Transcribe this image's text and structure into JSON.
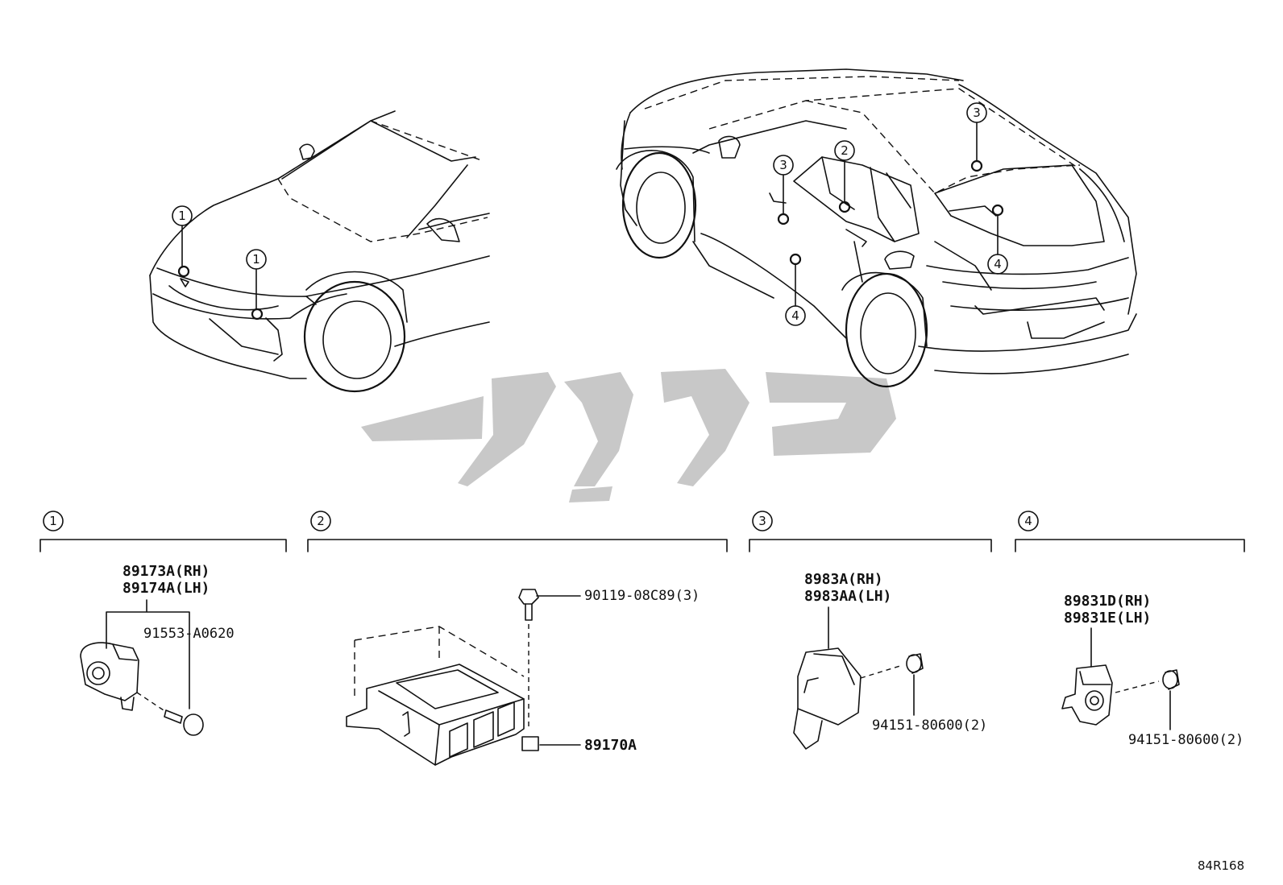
{
  "callout_numbers": [
    "1",
    "2",
    "3",
    "4"
  ],
  "sections": [
    {
      "id": "1",
      "part_labels": [
        "89173A(RH)",
        "89174A(LH)"
      ],
      "sub_labels": [
        "91553-A0620"
      ]
    },
    {
      "id": "2",
      "part_labels": [
        "90119-08C89(3)",
        "89170A"
      ]
    },
    {
      "id": "3",
      "part_labels": [
        "8983A(RH)",
        "8983AA(LH)"
      ],
      "sub_labels": [
        "94151-80600(2)"
      ]
    },
    {
      "id": "4",
      "part_labels": [
        "89831D(RH)",
        "89831E(LH)"
      ],
      "sub_labels": [
        "94151-80600(2)"
      ]
    }
  ],
  "diagram_code": "84R168",
  "watermark": "تویارت",
  "colors": {
    "line": "#111111",
    "watermark": "#c8c8c8",
    "background": "#ffffff"
  }
}
